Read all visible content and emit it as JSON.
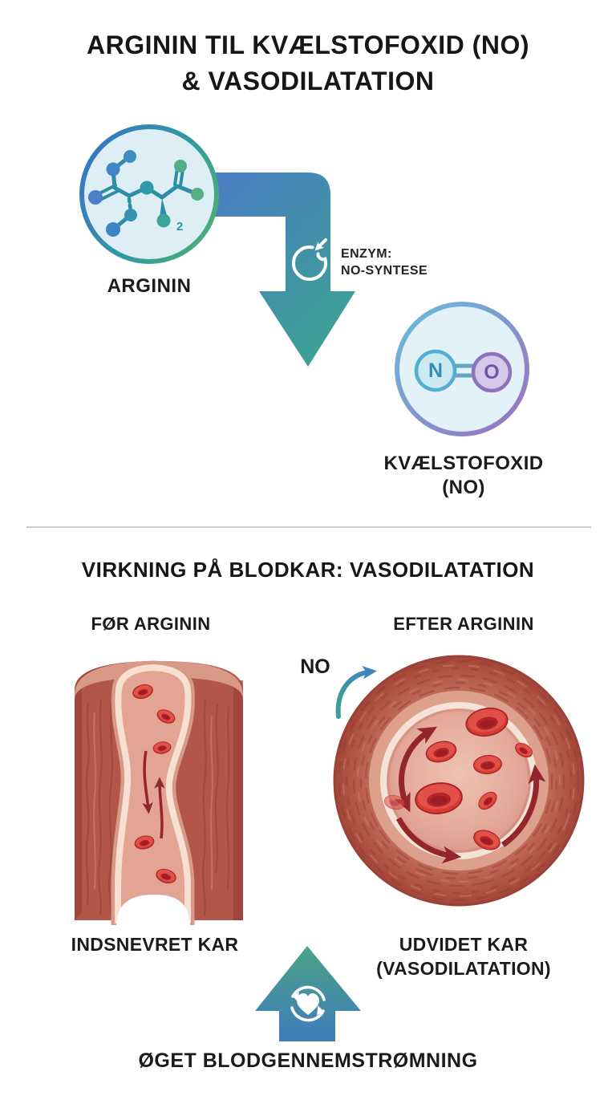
{
  "title": {
    "line1": "ARGININ TIL KVÆLSTOFOXID (NO)",
    "line2": "& VASODILATATION"
  },
  "section1": {
    "arginin_label": "ARGININ",
    "molecule_subscript": "2",
    "enzyme_line1": "ENZYM:",
    "enzyme_line2": "NO-SYNTESE",
    "no_molecule": {
      "atom1": "N",
      "atom2": "O"
    },
    "product_label_line1": "KVÆLSTOFOXID",
    "product_label_line2": "(NO)"
  },
  "section2": {
    "title": "VIRKNING PÅ BLODKAR: VASODILATATION",
    "before_label": "FØR ARGININ",
    "after_label": "EFTER ARGININ",
    "no_label": "NO",
    "narrow_label": "INDSNEVRET KAR",
    "dilated_label_line1": "UDVIDET KAR",
    "dilated_label_line2": "(VASODILATATION)",
    "result_label": "ØGET BLODGENNEMSTRØMNING"
  },
  "palette": {
    "background": "#ffffff",
    "text": "#161616",
    "divider": "#cbcbcb",
    "arrow_blue": "#4a7cc4",
    "arrow_teal": "#3da095",
    "arrow_green": "#4ba386",
    "molecule_circle_fill": "#ddeef5",
    "ring_blue": "#3b74c4",
    "ring_green": "#4fae74",
    "ring_lightblue": "#6cb6da",
    "ring_purple": "#9678bf",
    "n_atom": "#2f8fb5",
    "o_atom": "#6f55a8",
    "vessel_wall": "#b2564a",
    "vessel_wall_dark": "#9a4237",
    "vessel_lining": "#f6e0d4",
    "vessel_lumen": "#e3a494",
    "rbc_red": "#d83a32",
    "flow_arrow_red": "#93252c",
    "no_arrow_teal": "#3e9f94",
    "no_arrow_blue": "#3e85c0"
  }
}
